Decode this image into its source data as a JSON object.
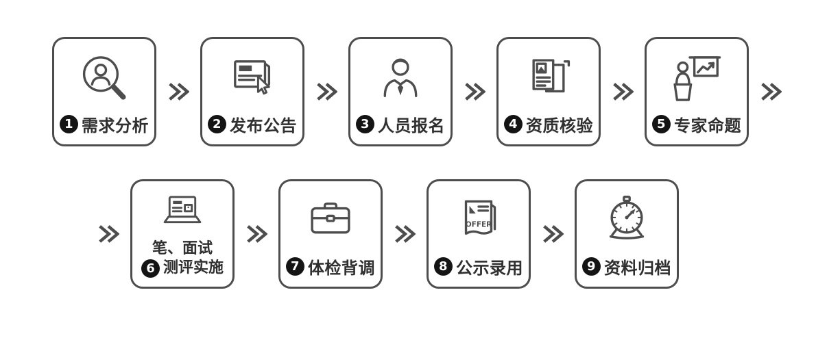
{
  "colors": {
    "line": "#4d4d4d",
    "text": "#2f2f2f",
    "badge_bg": "#141414",
    "badge_text": "#ffffff",
    "background": "#ffffff"
  },
  "flow_arrow_icon": "double-chevron-right",
  "steps": [
    {
      "num": "1",
      "label": "需求分析",
      "icon": "magnifier-person-icon"
    },
    {
      "num": "2",
      "label": "发布公告",
      "icon": "announcement-cursor-icon"
    },
    {
      "num": "3",
      "label": "人员报名",
      "icon": "candidate-suit-icon"
    },
    {
      "num": "4",
      "label": "资质核验",
      "icon": "documents-check-icon"
    },
    {
      "num": "5",
      "label": "专家命题",
      "icon": "presenter-board-icon"
    },
    {
      "num": "6",
      "label_line1": "笔、面试",
      "label": "测评实施",
      "icon": "laptop-report-icon"
    },
    {
      "num": "7",
      "label": "体检背调",
      "icon": "briefcase-icon"
    },
    {
      "num": "8",
      "label": "公示录用",
      "icon": "offer-letter-icon",
      "icon_text": "OFFER"
    },
    {
      "num": "9",
      "label": "资料归档",
      "icon": "archive-clock-icon"
    }
  ]
}
